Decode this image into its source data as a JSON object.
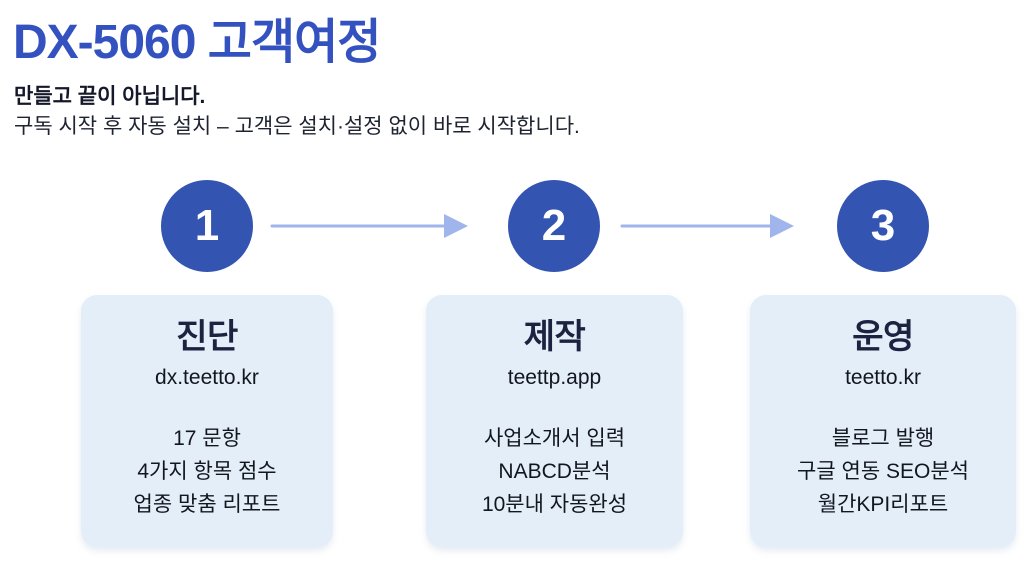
{
  "page": {
    "title": "DX-5060 고객여정",
    "subtitle_bold": "만들고 끝이 아닙니다.",
    "subtitle": "구독 시작 후 자동 설치 – 고객은 설치·설정 없이 바로 시작합니다."
  },
  "colors": {
    "title_blue": "#3352c0",
    "circle_blue": "#3354b1",
    "arrow_blue": "#9fb5ec",
    "card_background": "#e4eef9",
    "card_title_navy": "#1b2340",
    "body_text": "#12161f"
  },
  "steps": [
    {
      "number": "1",
      "title": "진단",
      "url": "dx.teetto.kr",
      "items": [
        "17 문항",
        "4가지 항목 점수",
        "업종 맞춤 리포트"
      ]
    },
    {
      "number": "2",
      "title": "제작",
      "url": "teettp.app",
      "items": [
        "사업소개서 입력",
        "NABCD분석",
        "10분내 자동완성"
      ]
    },
    {
      "number": "3",
      "title": "운영",
      "url": "teetto.kr",
      "items": [
        "블로그 발행",
        "구글 연동 SEO분석",
        "월간KPI리포트"
      ]
    }
  ]
}
